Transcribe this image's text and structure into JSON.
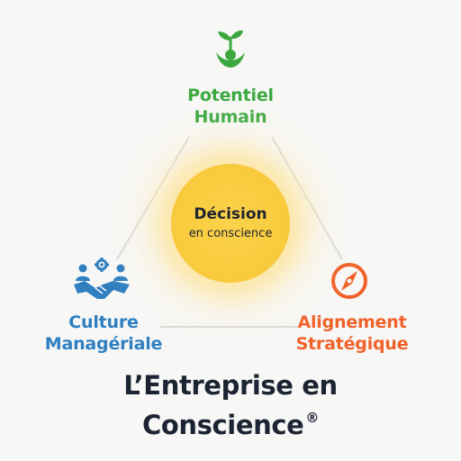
{
  "nodes": {
    "top": {
      "line1": "Potentiel",
      "line2": "Humain",
      "color": "#3aa83f",
      "icon": "seedling-person-icon"
    },
    "left": {
      "line1": "Culture",
      "line2": "Managériale",
      "color": "#2f7fc1",
      "icon": "handshake-gear-icon"
    },
    "right": {
      "line1": "Alignement",
      "line2": "Stratégique",
      "color": "#f0622a",
      "icon": "compass-icon"
    }
  },
  "center": {
    "line1": "Décision",
    "line2": "en conscience",
    "color": "#f9cc3f"
  },
  "title": {
    "line1": "L’Entreprise en",
    "line2": "Conscience",
    "mark": "®"
  },
  "colors": {
    "connector": "#d9d9d6",
    "text": "#1c2333",
    "background": "#f7f7f6"
  }
}
